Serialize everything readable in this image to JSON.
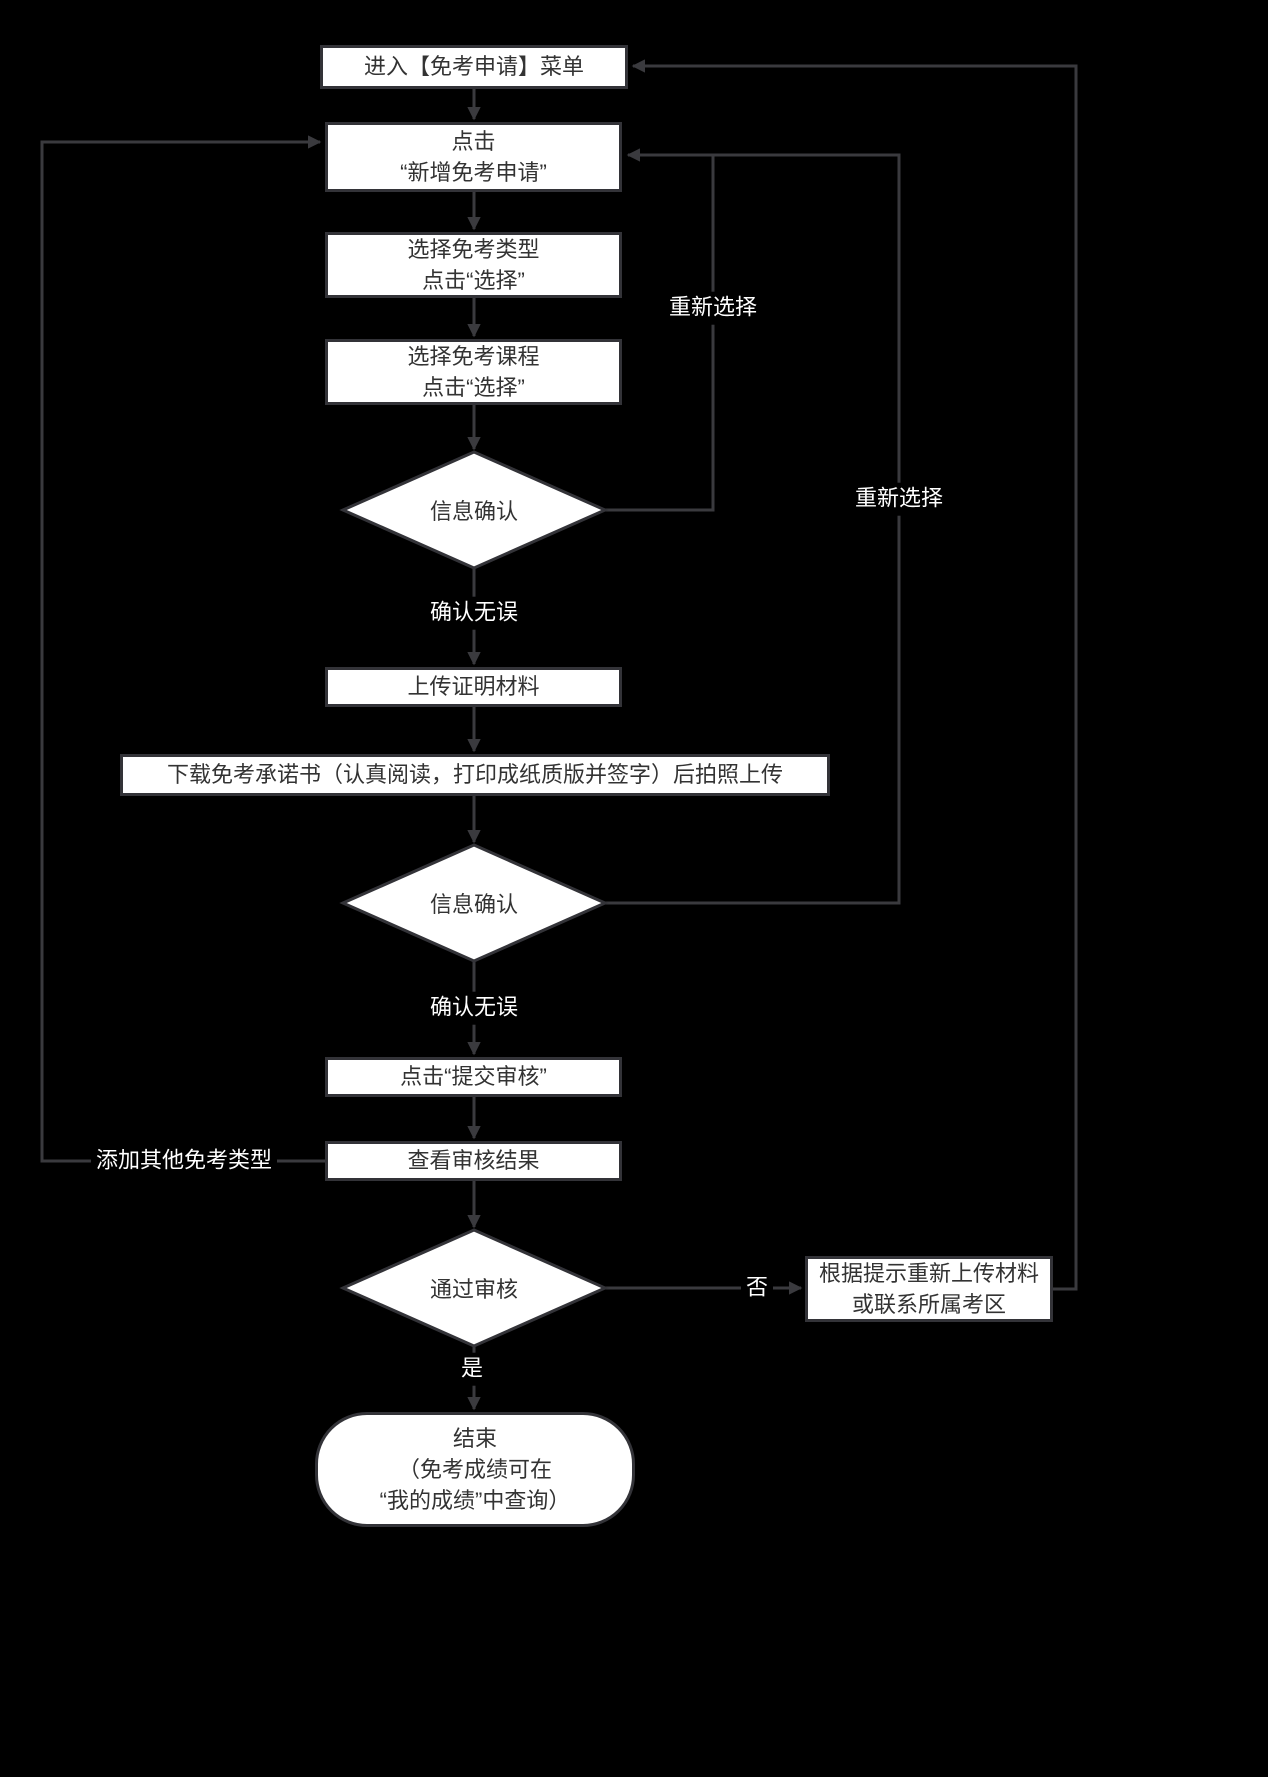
{
  "colors": {
    "background": "#000000",
    "node_fill": "#ffffff",
    "node_border": "#333338",
    "node_text": "#333333",
    "connector": "#3a3a3e",
    "edge_label_text": "#ffffff"
  },
  "nodes": {
    "start": "进入【免考申请】菜单",
    "add_application": "点击\n“新增免考申请”",
    "select_type": "选择免考类型\n点击“选择”",
    "select_course": "选择免考课程\n点击“选择”",
    "confirm_info_1": "信息确认",
    "upload_materials": "上传证明材料",
    "download_commitment": "下载免考承诺书（认真阅读，打印成纸质版并签字）后拍照上传",
    "confirm_info_2": "信息确认",
    "submit_review": "点击“提交审核”",
    "view_result": "查看审核结果",
    "pass_review": "通过审核",
    "end": "结束\n（免考成绩可在\n“我的成绩”中查询）",
    "retry_upload": "根据提示重新上传材料\n或联系所属考区"
  },
  "edge_labels": {
    "confirm_ok_1": "确认无误",
    "confirm_ok_2": "确认无误",
    "reselect_1": "重新选择",
    "reselect_2": "重新选择",
    "add_other_type": "添加其他免考类型",
    "no": "否",
    "yes": "是"
  }
}
